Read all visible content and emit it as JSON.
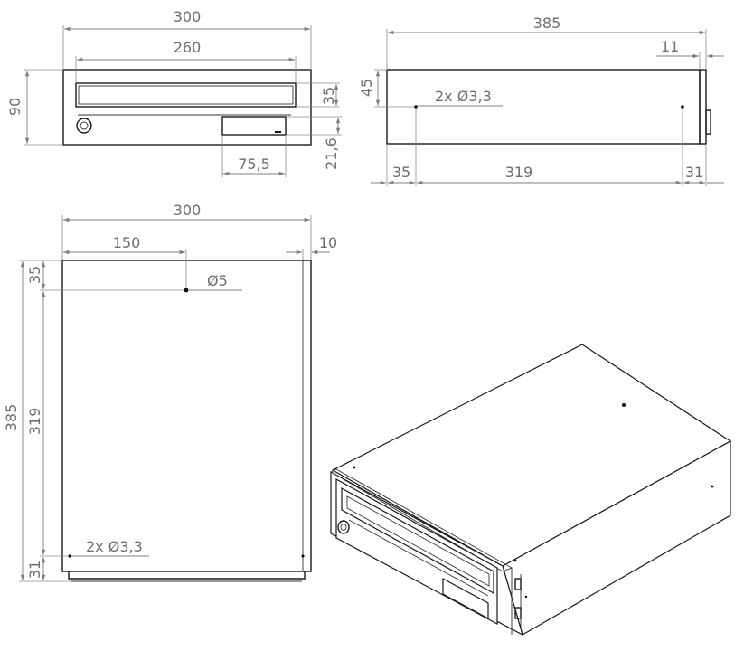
{
  "front_view": {
    "width": "300",
    "slot_width": "260",
    "height": "90",
    "slot_height": "35",
    "label_width": "75,5",
    "label_height": "21,6"
  },
  "side_view": {
    "depth": "385",
    "offset_top_right": "11",
    "hole_height": "45",
    "hole_callout": "2x Ø3,3",
    "hole_left_offset": "35",
    "hole_spacing": "319",
    "hole_right_offset": "31"
  },
  "top_view": {
    "width": "300",
    "center": "150",
    "right_margin": "10",
    "hole_top": "35",
    "hole_diameter": "Ø5",
    "depth_total": "385",
    "depth_spacing": "319",
    "bottom_offset": "31",
    "hole_callout": "2x Ø3,3"
  },
  "colors": {
    "line": "#1a1a1a",
    "dimension": "#7f7f7f"
  }
}
